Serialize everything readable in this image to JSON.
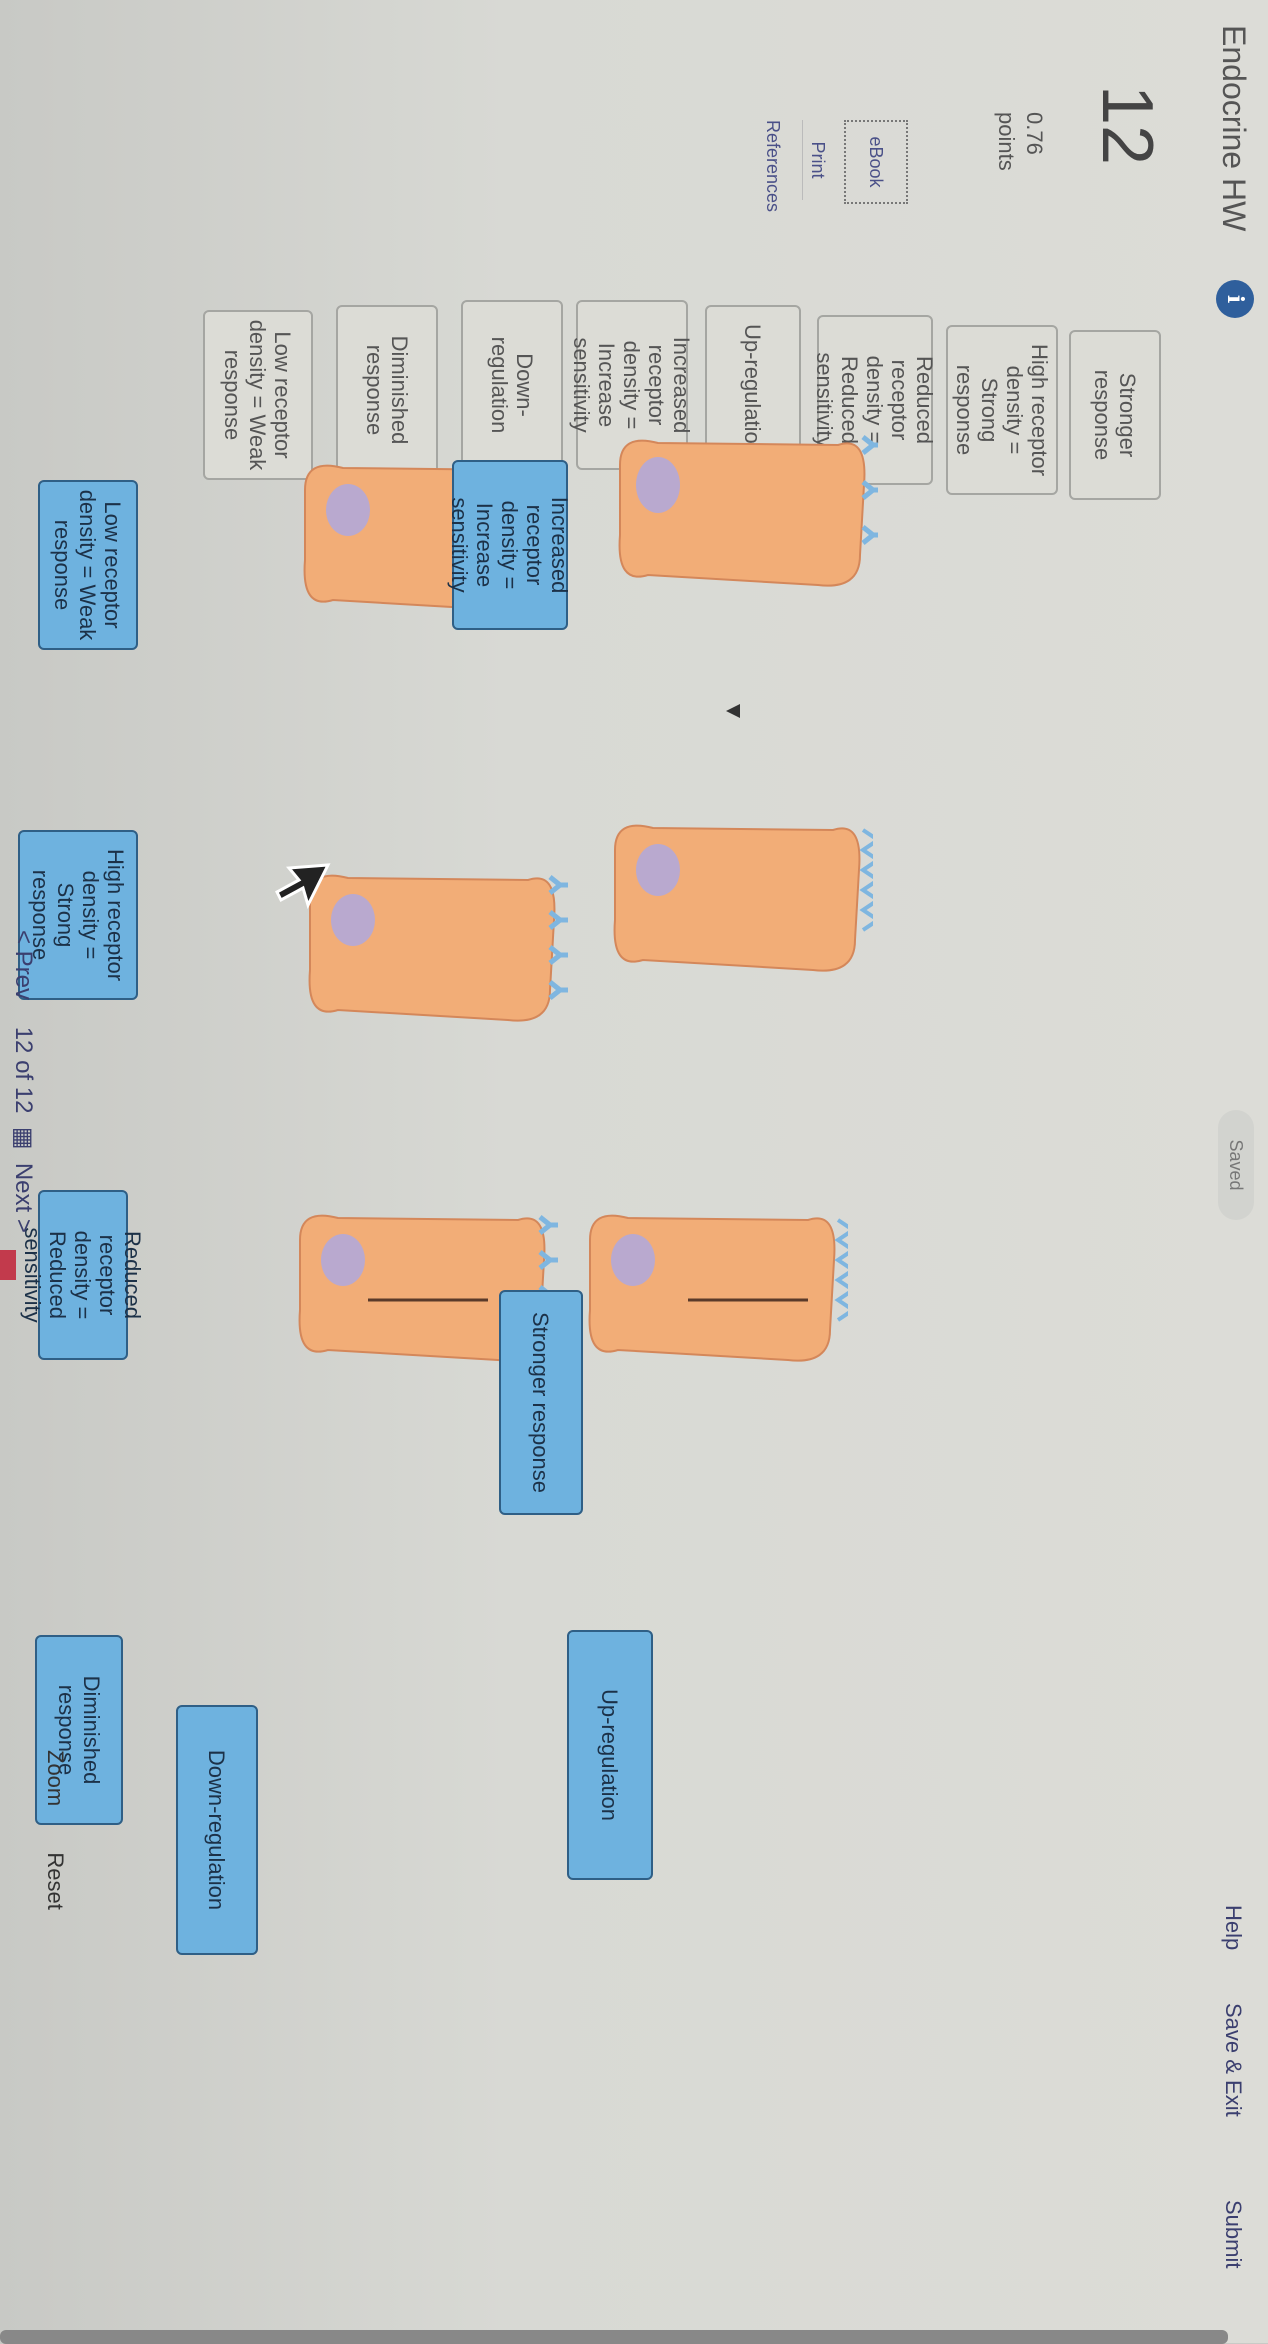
{
  "header": {
    "title": "Endocrine HW",
    "info_icon": "info-icon",
    "status": "Saved",
    "links": {
      "help": "Help",
      "save_exit": "Save & Exit",
      "submit": "Submit"
    }
  },
  "sidebar": {
    "question_number": "12",
    "points_value": "0.76",
    "points_label": "points",
    "buttons": {
      "ebook": "eBook",
      "print": "Print",
      "references": "References"
    }
  },
  "answer_bank": [
    "Stronger response",
    "High receptor density = Strong response",
    "Reduced receptor density = Reduced sensitivity",
    "Up-regulation",
    "Increased receptor density = Increase sensitivity",
    "Down-regulation",
    "Diminished response",
    "Low receptor density = Weak response"
  ],
  "diagram": {
    "placed_labels": {
      "increased_receptor": "Increased receptor density = Increase sensitivity",
      "low_receptor": "Low receptor density = Weak response",
      "high_receptor": "High receptor density = Strong response",
      "reduced_receptor": "Reduced receptor density = Reduced sensitivity",
      "stronger_response": "Stronger response",
      "diminished_response": "Diminished response",
      "up_regulation": "Up-regulation",
      "down_regulation": "Down-regulation"
    },
    "colors": {
      "card_fill": "#6eb2df",
      "card_border": "#2f5f86",
      "cell_fill": "#f2ad77",
      "nucleus": "#b9a9cf",
      "receptor": "#7fb6e0",
      "hormone": "#e0607a"
    }
  },
  "footer": {
    "pager": {
      "prev": "< Prev",
      "current": "12",
      "of": "of",
      "total": "12",
      "next": "Next >"
    },
    "zoom": "Zoom",
    "reset": "Reset"
  }
}
